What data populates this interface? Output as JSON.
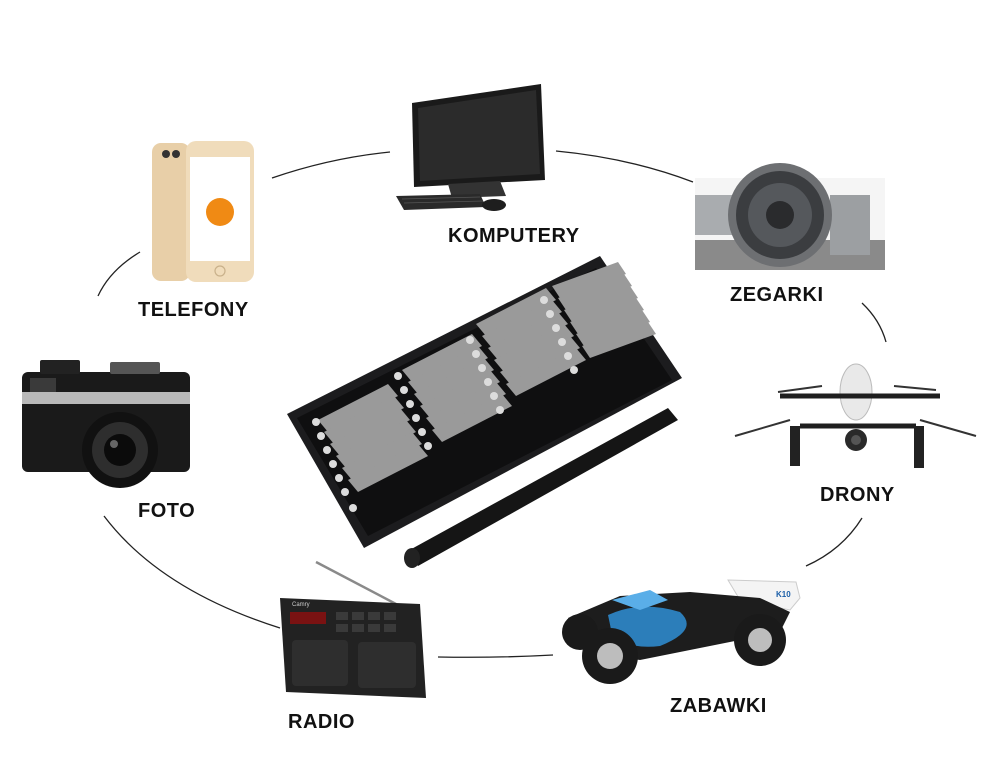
{
  "labels": {
    "komputery": "KOMPUTERY",
    "zegarki": "ZEGARKI",
    "telefony": "TELEFONY",
    "foto": "FOTO",
    "drony": "DRONY",
    "radio": "RADIO",
    "zabawki": "ZABAWKI"
  },
  "product": {
    "toy_car_badge": "K10",
    "radio_brand": "Camry"
  },
  "icons": [
    "computer-icon",
    "watch-icon",
    "phone-icon",
    "camera-icon",
    "drone-icon",
    "radio-icon",
    "rc-car-icon",
    "screwdriver-kit-icon"
  ],
  "colors": {
    "text": "#111111",
    "kit_case": "#1c1c1e",
    "phone_gold": "#e8cfa8",
    "phone_screen_logo": "#f08a14",
    "car_blue": "#2f8fd6"
  }
}
